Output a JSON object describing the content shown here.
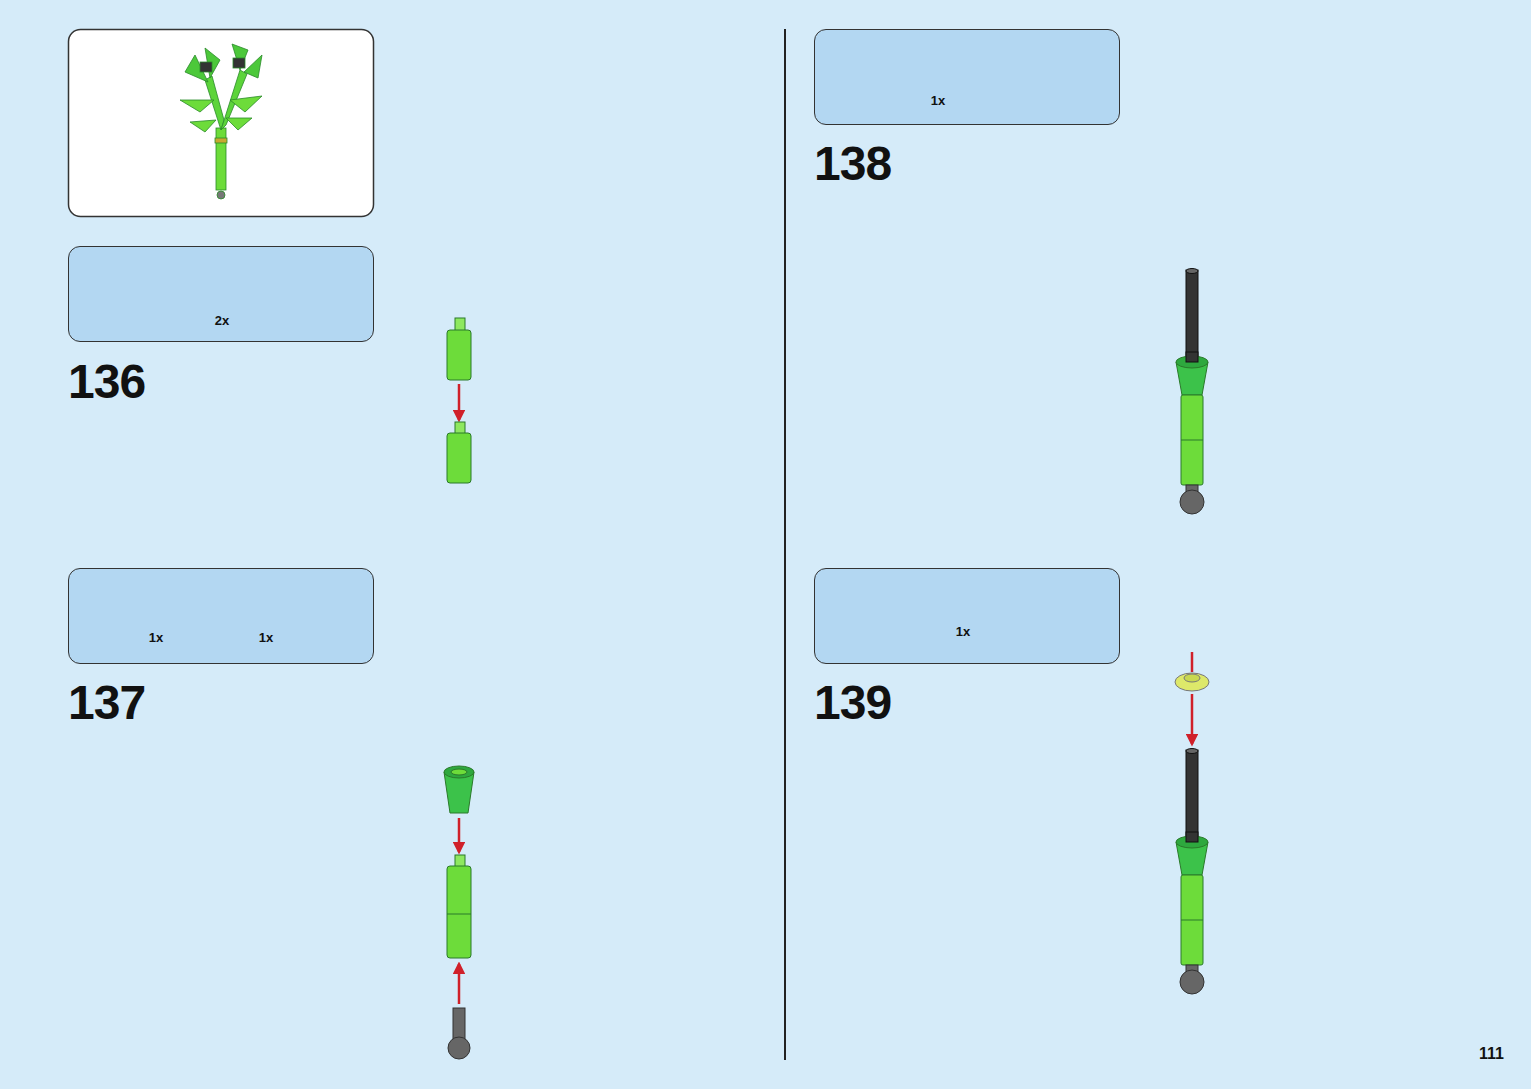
{
  "diagram": {
    "nodes": [
      {
        "text": [
          "2x"
        ]
      },
      {
        "text": [
          "1x",
          "1x"
        ]
      },
      {
        "text": [
          "1x"
        ]
      },
      {
        "text": [
          "1x"
        ]
      }
    ],
    "labels": [
      "136",
      "137",
      "138",
      "139",
      "111"
    ]
  }
}
